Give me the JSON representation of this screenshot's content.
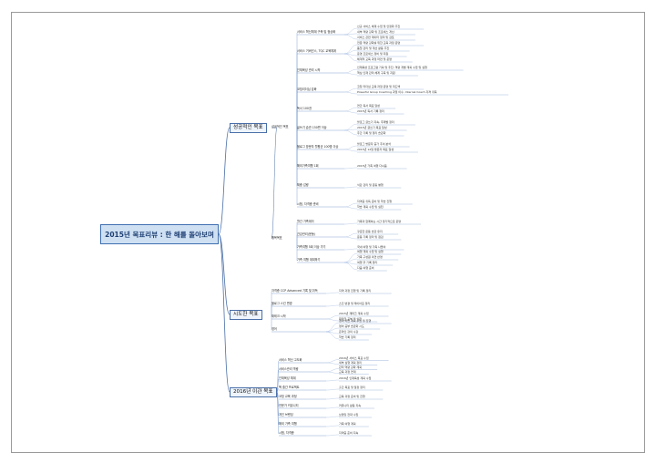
{
  "central": "2015년 목표리뷰 : 한 해를 돌아보며",
  "branches": [
    {
      "label": "성공적인 목표",
      "groups": [
        {
          "label": "성공적인 목표",
          "subs": [
            {
              "label": "서비스 혁신체계 구축 및 정상화",
              "leaves": [
                "신규 서비스 체계 수립 및 안정화 추진",
                "내부 역량 강화 및 프로세스 개선",
                "서비스 관련 데이터 정리 및 검토"
              ]
            },
            {
              "label": "서비스 거버넌스, TQC 교육체계",
              "leaves": [
                "전문 역량 강화를 위한 교육 과정 운영",
                "품질 관리 및 개선 활동 추진",
                "운영 프로세스 정비 및 지원",
                "체계적 교육 과정 마련 및 운영"
              ]
            },
            {
              "label": "인재육성 관리 시작",
              "leaves": [
                "인재육성 프로그램 기획 및 추진, 역량 개발 계획 수립 및 실행",
                "핵심 인재 관리 체계 구축 및 지원"
              ]
            },
            {
              "label": "코칭리더십 강화",
              "leaves": [
                "코칭 리더십 교육 과정 운영 및 피드백",
                "Powerful Group Coaching 과정 이수, Internal Coach 자격 취득"
              ]
            },
            {
              "label": "독서 100권",
              "leaves": [
                "연간 독서 목표 달성",
                "2015년 독서 기록 정리"
              ]
            },
            {
              "label": "글쓰기 습관 150편 이상",
              "leaves": [
                "블로그 글쓰기 지속, 주제별 정리",
                "2015년 글쓰기 목표 달성",
                "주간 기록 및 정리 습관화"
              ]
            },
            {
              "label": "블로그 방문자 월평균 100명 이상",
              "leaves": [
                "블로그 방문자 증가 추이 분석",
                "2015년 12월 방문자 목표 달성"
              ]
            },
            {
              "label": "해외가족여행 1회",
              "leaves": [
                "2015년 가족 여행 다녀옴"
              ]
            },
            {
              "label": "체중 감량",
              "leaves": [
                "식단 관리 및 운동 병행"
              ]
            },
            {
              "label": "시험, 자격증 준비",
              "leaves": [
                "자격증 취득 준비 및 학습 진행",
                "학습 계획 수립 및 실천"
              ]
            }
          ]
        },
        {
          "label": "행복목표",
          "subs": [
            {
              "label": "월간 가족데이",
              "leaves": [
                "가족과 함께하는 시간 정기적으로 운영"
              ]
            },
            {
              "label": "건강관리(운동)",
              "leaves": [
                "꾸준한 운동 습관 유지",
                "운동 기록 정리 및 점검"
              ]
            },
            {
              "label": "가족여행 5회 이상 가기",
              "leaves": [
                "국내 여행 및 가족 나들이"
              ]
            },
            {
              "label": "가족 여행 계획하기",
              "leaves": [
                "여행 계획 수립 및 실행",
                "가족 구성원 의견 반영",
                "여행 후 기록 정리",
                "다음 여행 준비"
              ]
            }
          ]
        }
      ]
    },
    {
      "label": "시도한 목표",
      "subs": [
        {
          "label": "자격증 CCP Advanced 기록 및 취득",
          "leaves": [
            "자격 과정 진행 및 기록 정리"
          ]
        },
        {
          "label": "블로그 스킨 변경",
          "leaves": [
            "스킨 변경 및 레이아웃 정리"
          ]
        },
        {
          "label": "재테크 시작",
          "leaves": [
            "2015년 재테크 계획 수립",
            "재테크 공부 및 실천"
          ]
        },
        {
          "label": "영어",
          "leaves": [
            "영어 학습 계획 수립 및 진행",
            "영어 공부 습관화 시도",
            "온라인 강의 수강",
            "학습 기록 정리"
          ]
        }
      ]
    },
    {
      "label": "2016년 이관 목표",
      "subs": [
        {
          "label": "서비스 혁신 고도화",
          "leaves": [
            "2016년 서비스 목표 수립",
            "세부 실행 계획 정리"
          ]
        },
        {
          "label": "서비스관리 역량",
          "leaves": [
            "관리 역량 강화 계획",
            "교육 과정 연계"
          ]
        },
        {
          "label": "인재육성 체계",
          "leaves": [
            "2016년 인재육성 계획 수립"
          ]
        },
        {
          "label": "책 출간 프로젝트",
          "leaves": [
            "출간 목표 및 일정 정리"
          ]
        },
        {
          "label": "코칭 교육 과정",
          "leaves": [
            "교육 과정 준비 및 진행"
          ]
        },
        {
          "label": "전문가 커뮤니티",
          "leaves": [
            "커뮤니티 활동 지속"
          ]
        },
        {
          "label": "개인 브랜딩",
          "leaves": [
            "브랜딩 전략 수립"
          ]
        },
        {
          "label": "해외 가족 여행",
          "leaves": [
            "가족 여행 계획"
          ]
        },
        {
          "label": "시험, 자격증",
          "leaves": [
            "자격증 준비 지속"
          ]
        }
      ]
    }
  ]
}
